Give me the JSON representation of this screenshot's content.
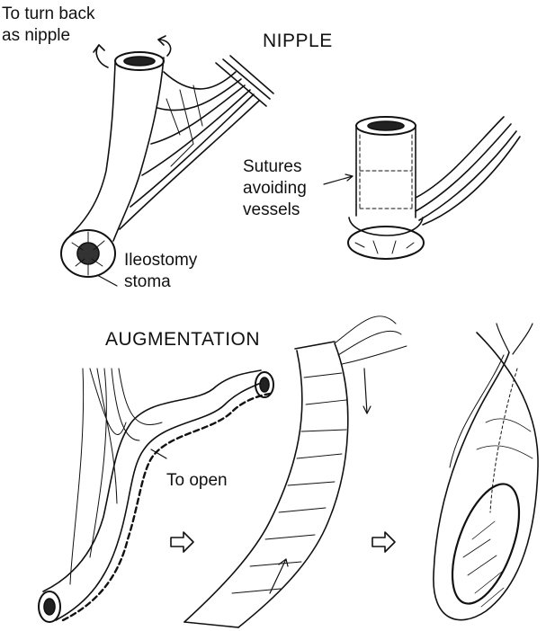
{
  "labels": {
    "turn_back_line1": "To turn back",
    "turn_back_line2": "as nipple",
    "nipple_heading": "NIPPLE",
    "sutures_line1": "Sutures",
    "sutures_line2": "avoiding",
    "sutures_line3": "vessels",
    "ileostomy_line1": "Ileostomy",
    "ileostomy_line2": "stoma",
    "augmentation_heading": "AUGMENTATION",
    "to_open": "To open"
  }
}
